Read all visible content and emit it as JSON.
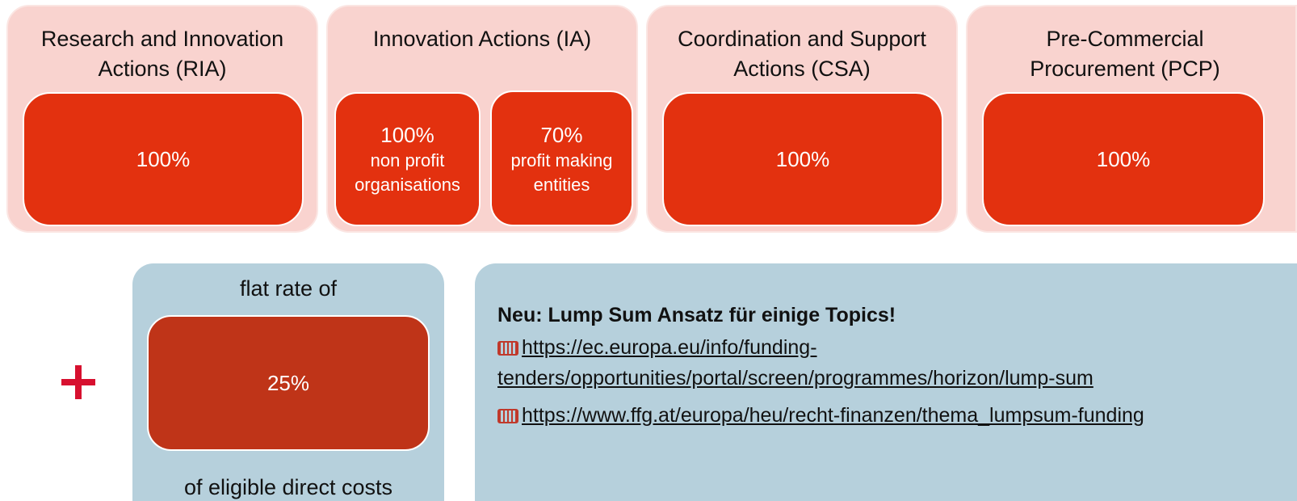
{
  "funding_rates": [
    {
      "title": "Research and Innovation Actions (RIA)",
      "rate": "100%"
    },
    {
      "title": "Innovation Actions (IA)",
      "sub_rates": [
        {
          "rate": "100%",
          "label": "non profit organisations"
        },
        {
          "rate": "70%",
          "label": "profit making entities"
        }
      ]
    },
    {
      "title": "Coordination and Support Actions (CSA)",
      "rate": "100%"
    },
    {
      "title": "Pre-Commercial Procurement (PCP)",
      "rate": "100%"
    }
  ],
  "plus_sign": "+",
  "overhead": {
    "top_label": "flat rate of",
    "rate": "25%",
    "bottom_label": "of eligible direct costs"
  },
  "notice": {
    "title": "Neu: Lump Sum Ansatz für einige Topics!",
    "link1_line1": "https://ec.europa.eu/info/funding-",
    "link1_line2": "tenders/opportunities/portal/screen/programmes/horizon/lump-sum",
    "link2": "https://www.ffg.at/europa/heu/recht-finanzen/thema_lumpsum-funding"
  },
  "colors": {
    "panel": "#f9d3cf",
    "accent": "#e3310f",
    "blue_box": "#b6d0dc",
    "plus": "#d7102f"
  }
}
